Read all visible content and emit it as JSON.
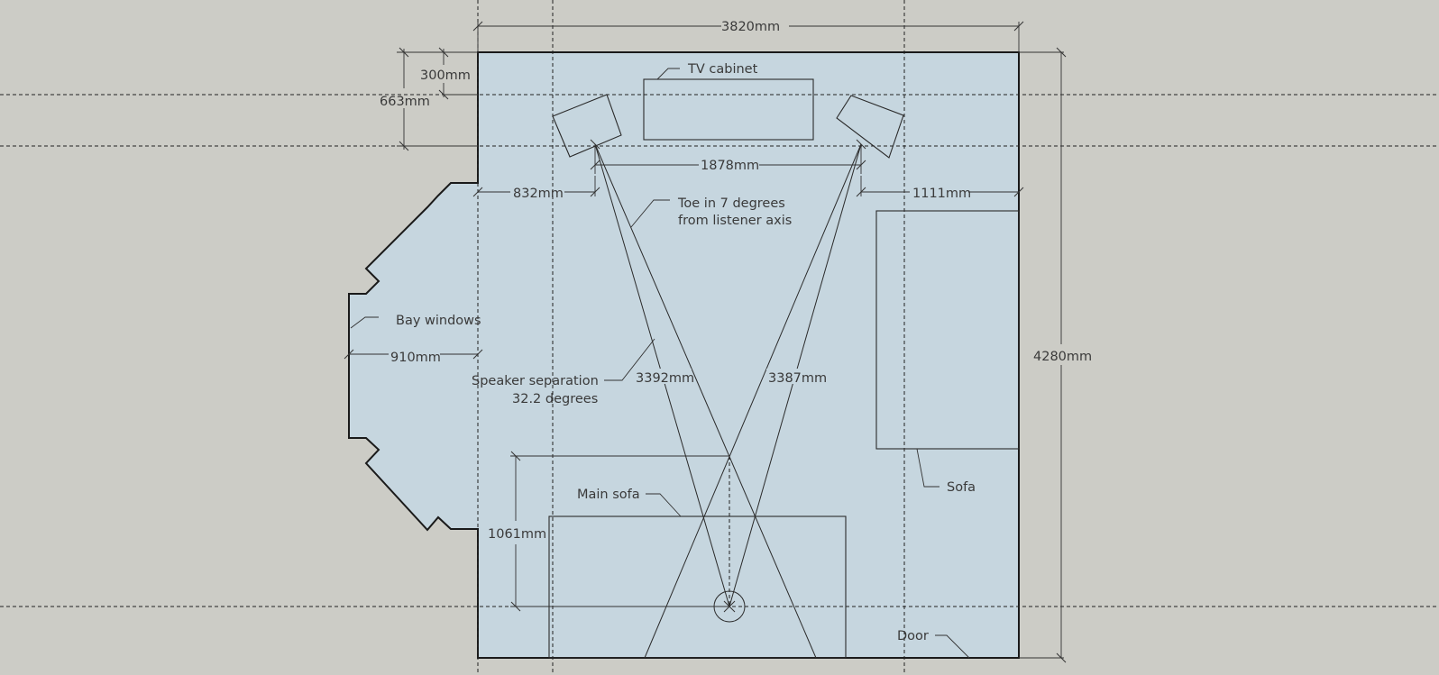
{
  "labels": {
    "tv_cabinet": "TV cabinet",
    "toe_in_line1": "Toe in 7 degrees",
    "toe_in_line2": "from listener axis",
    "bay_windows": "Bay windows",
    "speaker_sep_line1": "Speaker separation",
    "speaker_sep_line2": "32.2 degrees",
    "main_sofa": "Main sofa",
    "sofa": "Sofa",
    "door": "Door"
  },
  "dimensions": {
    "room_width": "3820mm",
    "room_depth": "4280mm",
    "front_wall_to_tweeter": "300mm",
    "front_wall_to_speaker": "663mm",
    "speaker_spacing": "1878mm",
    "left_speaker_to_wall": "832mm",
    "right_speaker_to_wall": "1111mm",
    "bay_depth": "910mm",
    "left_speaker_to_listener": "3392mm",
    "right_speaker_to_listener": "3387mm",
    "listener_from_sofa_ref": "1061mm"
  }
}
